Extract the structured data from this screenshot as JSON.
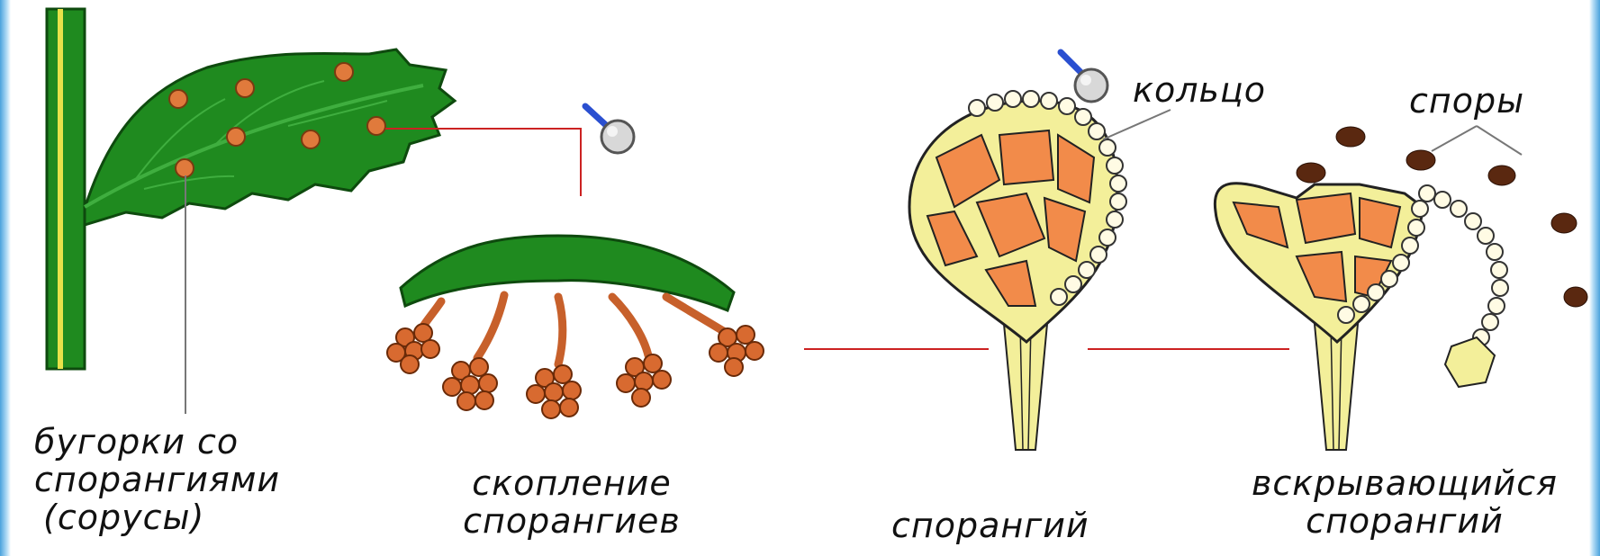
{
  "labels": {
    "sori": [
      "бугорки со",
      "спорангиями",
      "(сорусы)"
    ],
    "cluster": [
      "скопление",
      "спорангиев"
    ],
    "sporangium": "спорангий",
    "opening": [
      "вскрывающийся",
      "спорангий"
    ],
    "ring": "кольцо",
    "spores": "споры"
  },
  "colors": {
    "leaf_green": "#1f8a1f",
    "leaf_dark": "#145f14",
    "stem_yellow": "#e7e24a",
    "sorus_orange": "#e07a3c",
    "sporangium_fill": "#f3ef9a",
    "sporangium_cell": "#f28b4a",
    "connector_red": "#cc2222",
    "spore_brown": "#5a2810"
  },
  "icons": [
    "magnifier-icon",
    "magnifier-icon"
  ]
}
